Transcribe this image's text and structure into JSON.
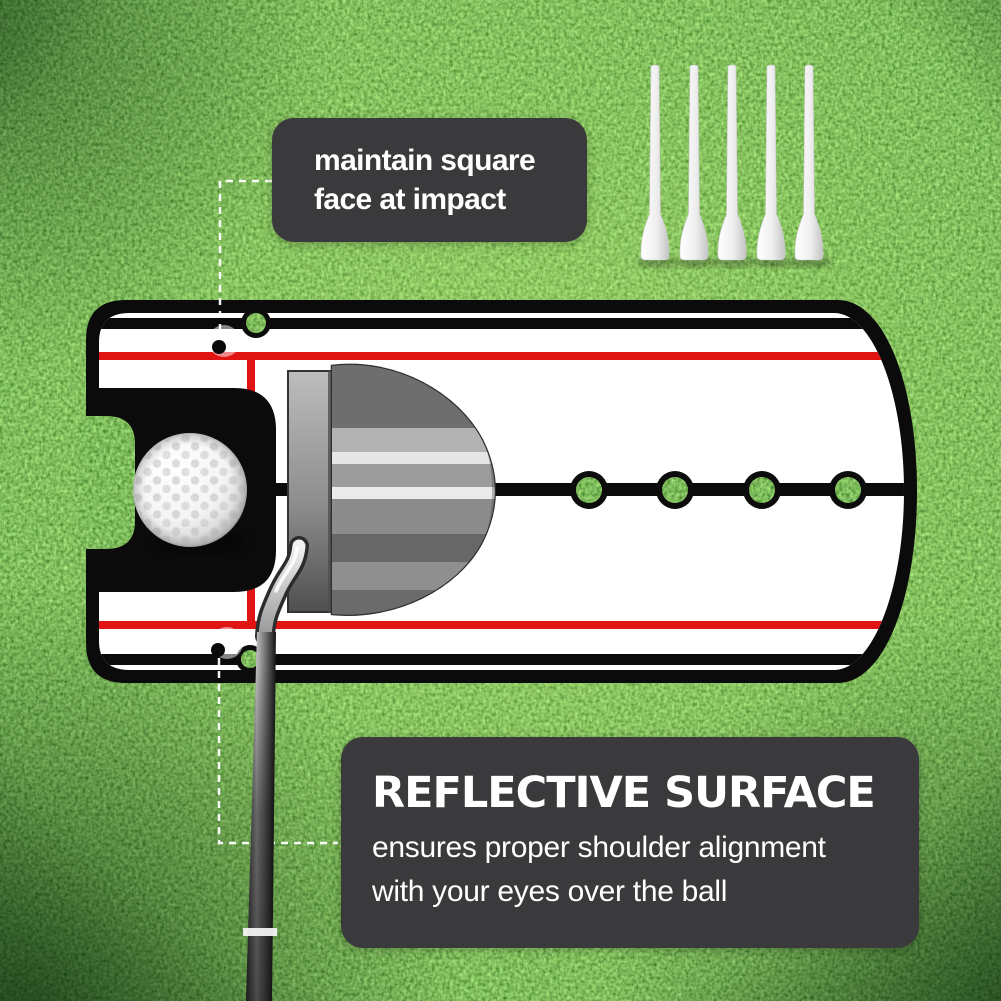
{
  "image_type": "product-photo",
  "scene_description": "golf putting alignment mirror on artificial turf with golf ball, putter and tees",
  "callouts": {
    "top": {
      "line1": "maintain square",
      "line2": "face at impact"
    },
    "bottom": {
      "heading": "REFLECTIVE SURFACE",
      "body_line1": "ensures proper shoulder alignment",
      "body_line2": "with your eyes over the ball"
    }
  },
  "objects": {
    "golf_tees_count": 5,
    "center_line_holes_count": 4,
    "edge_line_holes_count": 2
  },
  "colors": {
    "grass-base": "#2f8c1e",
    "grass-light": "#66cc3a",
    "grass-dark": "#15600f",
    "mirror-black": "#0b0b0b",
    "mirror-white": "#ffffff",
    "alignment-red": "#e11414",
    "callout-bg": "#3a3a3c",
    "callout-text": "#ffffff",
    "putter-gray": "#9a9a9a",
    "connector-white": "#ffffff"
  }
}
